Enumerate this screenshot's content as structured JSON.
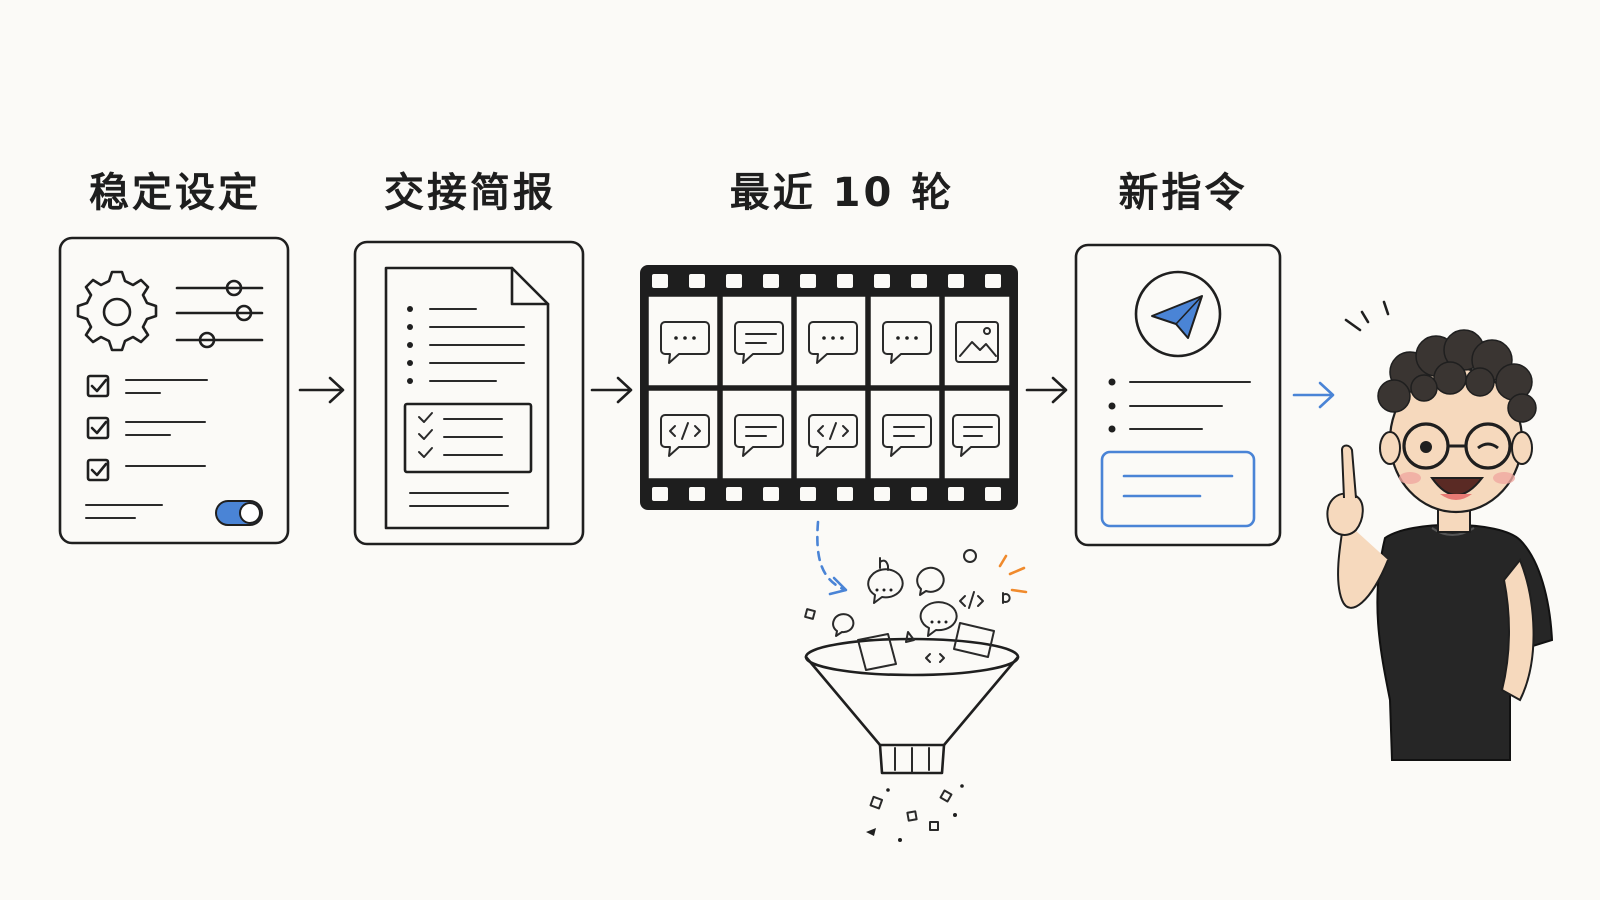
{
  "stages": [
    {
      "title": "稳定设定"
    },
    {
      "title": "交接简报"
    },
    {
      "title": "最近 10 轮"
    },
    {
      "title": "新指令"
    }
  ],
  "colors": {
    "ink": "#1f1f1f",
    "accent_blue": "#4a84d6",
    "accent_orange": "#f08a2c",
    "background": "#fbfaf7"
  },
  "icons": {
    "stage1": [
      "gear-icon",
      "sliders-icon",
      "checkbox-icon",
      "toggle-icon"
    ],
    "stage2": [
      "document-icon",
      "checklist-icon"
    ],
    "stage3": [
      "filmstrip-icon",
      "chat-bubble-icon",
      "code-bubble-icon",
      "image-icon"
    ],
    "stage4": [
      "paper-plane-icon",
      "input-box-icon"
    ],
    "extras": [
      "funnel-icon",
      "character-illustration"
    ]
  }
}
